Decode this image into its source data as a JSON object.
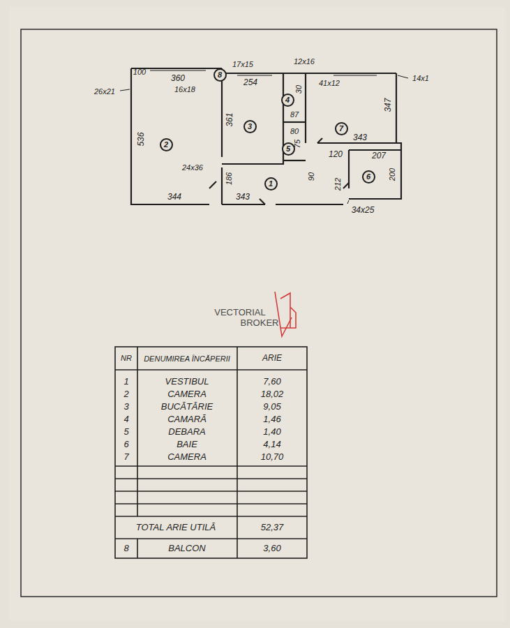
{
  "diagram": {
    "nodes": [
      {
        "text": [
          "8"
        ]
      },
      {
        "text": [
          "2"
        ]
      },
      {
        "text": [
          "3"
        ]
      },
      {
        "text": [
          "4"
        ]
      },
      {
        "text": [
          "7"
        ]
      },
      {
        "text": [
          "5"
        ]
      },
      {
        "text": [
          "1"
        ]
      },
      {
        "text": [
          "6"
        ]
      }
    ],
    "edges": [],
    "labels": [
      "100",
      "360",
      "17x15",
      "12x16",
      "14x1",
      "26x21",
      "16x18",
      "254",
      "30",
      "41x12",
      "536",
      "361",
      "87",
      "80",
      "347",
      "75",
      "24x36",
      "120",
      "343",
      "207",
      "186",
      "343",
      "90",
      "212",
      "200",
      "344",
      "34x25",
      "VECTORIAL",
      "BROKER",
      "NR",
      "DENUMIREA ÎNCĂPERII",
      "ARIE",
      "1",
      "VESTIBUL",
      "7,60",
      "2",
      "CAMERA",
      "18,02",
      "3",
      "BUCĂTĂRIE",
      "9,05",
      "4",
      "CAMARĂ",
      "1,46",
      "5",
      "DEBARA",
      "1,40",
      "6",
      "BAIE",
      "4,14",
      "7",
      "CAMERA",
      "10,70",
      "TOTAL ARIE UTILĂ",
      "52,37",
      "8",
      "BALCON",
      "3,60"
    ]
  }
}
